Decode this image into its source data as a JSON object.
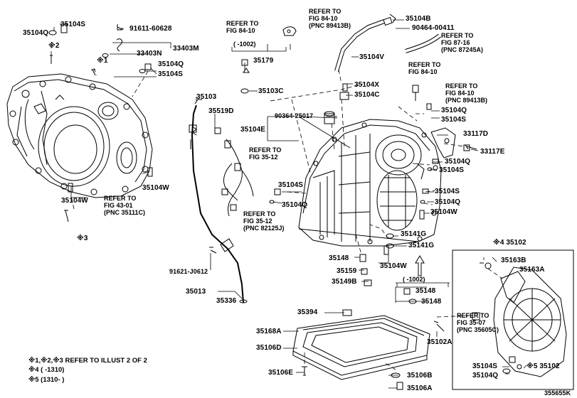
{
  "diagram_id": "355655K",
  "labels": {
    "p35104S_tl": "35104S",
    "p35104Q_tl": "35104Q",
    "p91611": "91611-60628",
    "p33403N": "33403N",
    "p33403M": "33403M",
    "p35104Q_mid": "35104Q",
    "p35104S_mid": "35104S",
    "p35104W_l1": "35104W",
    "p35104W_l2": "35104W",
    "p35103": "35103",
    "p35519D": "35519D",
    "p35179": "35179",
    "p35103C": "35103C",
    "p35104V": "35104V",
    "p35104B": "35104B",
    "p90464": "90464-00411",
    "p35104X": "35104X",
    "p35104C": "35104C",
    "p90364": "90364-25017",
    "p35104E": "35104E",
    "p35104Q_r1": "35104Q",
    "p35104S_r1": "35104S",
    "p33117D": "33117D",
    "p33117E": "33117E",
    "p35104Q_r2": "35104Q",
    "p35104S_r2": "35104S",
    "p35104S_c": "35104S",
    "p35104Q_c": "35104Q",
    "p35104S_r3": "35104S",
    "p35104Q_r3": "35104Q",
    "p35104W_r": "35104W",
    "p35141G_1": "35141G",
    "p35141G_2": "35141G",
    "p35148_a": "35148",
    "p35104W_c": "35104W",
    "p35159": "35159",
    "p35149B": "35149B",
    "p35148_b": "35148",
    "p35148_c": "35148",
    "p91621": "91621-J0612",
    "p35013": "35013",
    "p35336": "35336",
    "p35394": "35394",
    "p35168A": "35168A",
    "p35106D": "35106D",
    "p35106E": "35106E",
    "p35106B": "35106B",
    "p35106A": "35106A",
    "p35102_top": "※4 35102",
    "p35163B": "35163B",
    "p35163A": "35163A",
    "p35102A": "35102A",
    "p35104S_br": "35104S",
    "p35104Q_br": "35104Q",
    "p35102_bot": "※5 35102",
    "mark1": "※1",
    "mark2": "※2",
    "mark3": "※3"
  },
  "refs": {
    "r_84_10_a": "REFER TO\nFIG 84-10",
    "r_84_10_b": "REFER TO\nFIG 84-10\n(PNC 89413B)",
    "r_87_16": "REFER TO\nFIG 87-16\n(PNC 87245A)",
    "r_84_10_c": "REFER TO\nFIG 84-10",
    "r_84_10_d": "REFER TO\nFIG 84-10\n(PNC 89413B)",
    "r_35_12_a": "REFER TO\nFIG 35-12",
    "r_35_12_b": "REFER TO\nFIG 35-12\n(PNC 82125J)",
    "r_43_01": "REFER TO\nFIG 43-01\n(PNC 35111C)",
    "r_35_07": "REFER TO\nFIG 35-07\n(PNC 35605C)"
  },
  "ranges": {
    "range_top": "( -1002)",
    "range_bottom": "( -1002)"
  },
  "notes": {
    "line1": "※1,※2,※3 REFER TO ILLUST 2 OF 2",
    "line2": "※4 ( -1310)",
    "line3": "※5 (1310- )"
  }
}
